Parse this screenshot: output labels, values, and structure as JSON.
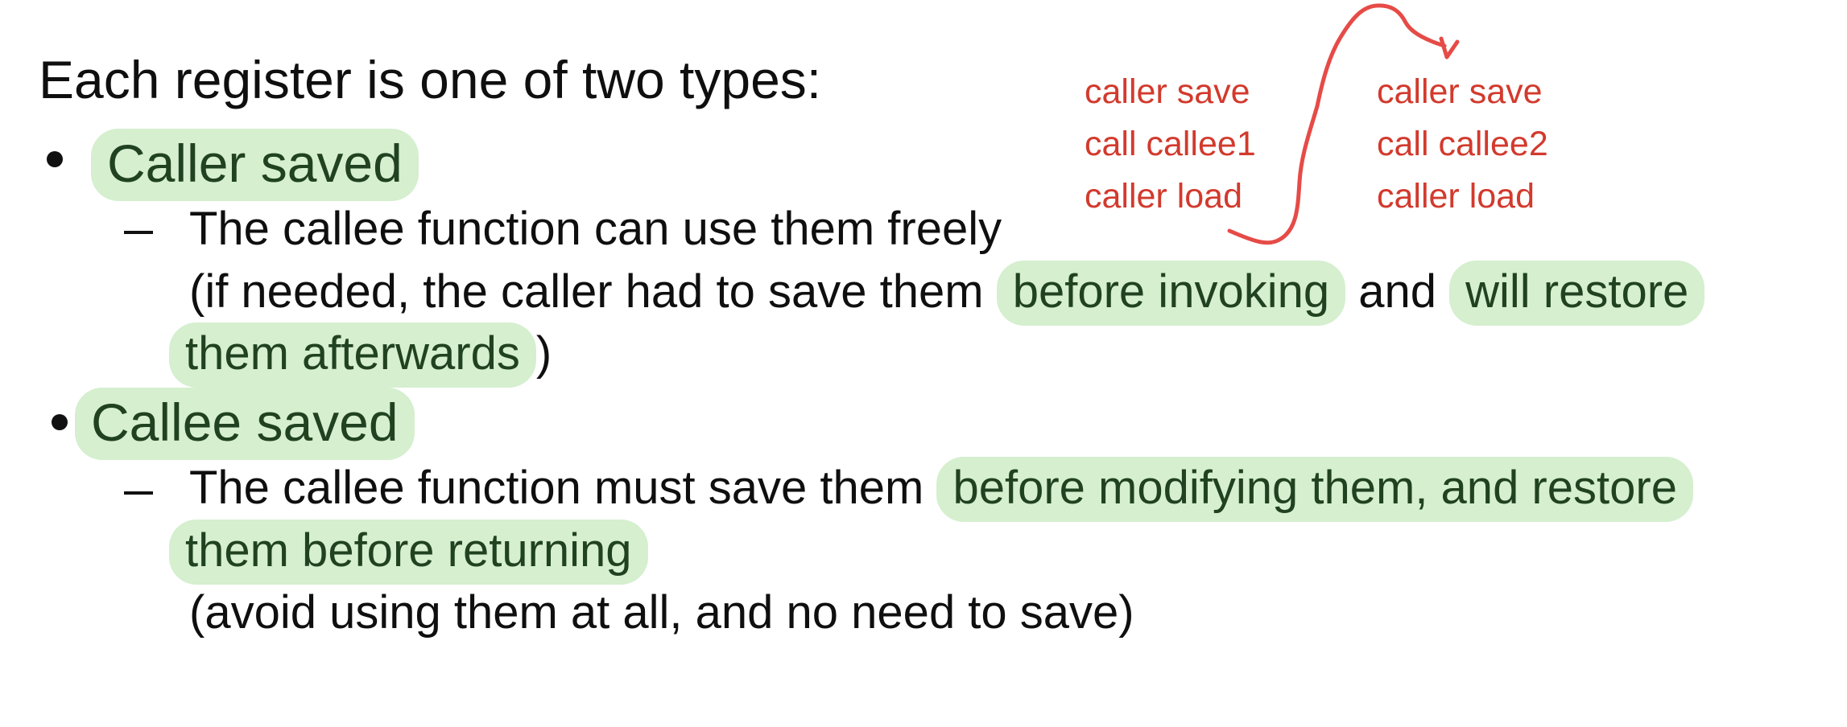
{
  "colors": {
    "highlight_bg": "#d5efcf",
    "highlight_text": "#214220",
    "annotation_red": "#d23a2d",
    "body_text": "#0f0f0f"
  },
  "slide": {
    "heading": "Each register is one of two types:",
    "items": [
      {
        "title": "Caller saved",
        "details": {
          "line1": "The callee function can use them freely",
          "line2_prefix": "(if needed, the caller had to save them",
          "line2_hl1": "before invoking",
          "line2_mid": "and",
          "line2_hl2": "will restore",
          "line3_hl": "them afterwards",
          "line3_suffix": ")"
        }
      },
      {
        "title": "Callee saved",
        "details": {
          "line1_prefix": "The callee function must save them",
          "line1_hl": "before modifying them, and restore",
          "line2_hl": "them before returning",
          "line3": "(avoid using them at all, and no need to save)"
        }
      }
    ]
  },
  "annotations": {
    "left": [
      "caller save",
      "call callee1",
      "caller load"
    ],
    "right": [
      "caller save",
      "call callee2",
      "caller load"
    ],
    "arrow_icon": "handwritten-curved-arrow-icon"
  }
}
